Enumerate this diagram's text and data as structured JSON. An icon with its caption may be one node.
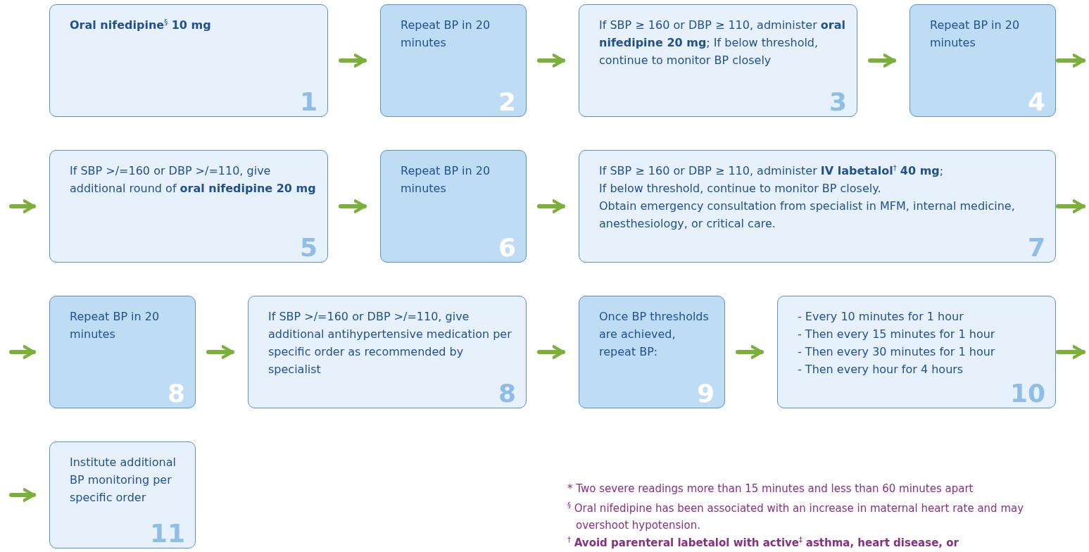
{
  "diagram": {
    "nodes": [
      {
        "text": [
          "Oral nifedipine$^{§}$ 10 mg",
          "1"
        ]
      },
      {
        "text": [
          "Repeat BP in 20 minutes",
          "2"
        ]
      },
      {
        "text": [
          "If SBP ≥ 160 or DBP ≥ 110, administer **oral nifedipine 20 mg**; If below threshold, continue to monitor BP closely",
          "3"
        ]
      },
      {
        "text": [
          "Repeat BP in 20 minutes",
          "4"
        ]
      },
      {
        "text": [
          "If SBP >/=160 or DBP >/=110, give additional round of **oral nifedipine 20 mg**",
          "5"
        ]
      },
      {
        "text": [
          "Repeat BP in 20 minutes",
          "6"
        ]
      },
      {
        "text": [
          "If SBP ≥ 160 or DBP ≥ 110, administer **IV labetalol**$^{†}$ **40 mg**;",
          "If below threshold, continue to monitor BP closely.",
          "Obtain emergency consultation from specialist in MFM, internal medicine, anesthesiology, or critical care.",
          "7"
        ]
      },
      {
        "text": [
          "Repeat BP in 20 minutes",
          "8"
        ]
      },
      {
        "text": [
          "If SBP >/=160 or DBP >/=110, give additional antihypertensive medication per specific order as recommended by specialist",
          "8"
        ]
      },
      {
        "text": [
          "Once BP thresholds are achieved, repeat BP:",
          "9"
        ]
      },
      {
        "text": [
          "- Every 10 minutes for 1 hour",
          "- Then every 15 minutes for 1 hour",
          "- Then every 30 minutes for 1 hour",
          "- Then every hour for 4 hours",
          "10"
        ]
      },
      {
        "text": [
          "Institute additional BP monitoring per specific order",
          "11"
        ]
      }
    ],
    "edges": [
      {
        "from": 0,
        "to": 1,
        "arrow": "to"
      },
      {
        "from": 1,
        "to": 2,
        "arrow": "to"
      },
      {
        "from": 2,
        "to": 3,
        "arrow": "to"
      },
      {
        "from": 3,
        "to": null,
        "arrow": "to"
      },
      {
        "from": null,
        "to": 4,
        "arrow": "to"
      },
      {
        "from": 4,
        "to": 5,
        "arrow": "to"
      },
      {
        "from": 5,
        "to": 6,
        "arrow": "to"
      },
      {
        "from": 6,
        "to": null,
        "arrow": "to"
      },
      {
        "from": null,
        "to": 7,
        "arrow": "to"
      },
      {
        "from": 7,
        "to": 8,
        "arrow": "to"
      },
      {
        "from": 8,
        "to": 9,
        "arrow": "to"
      },
      {
        "from": 9,
        "to": 10,
        "arrow": "to"
      },
      {
        "from": 10,
        "to": null,
        "arrow": "to"
      },
      {
        "from": null,
        "to": 11,
        "arrow": "to"
      }
    ],
    "labels": [
      "* Two severe readings more than 15 minutes and less than 60 minutes apart",
      "$^{§}$ Oral nifedipine has been associated with an increase in maternal heart rate and may overshoot hypotension.",
      "$^{†}$ **Avoid parenteral labetalol with active**$^{‡}$ **asthma, heart disease, or**"
    ]
  }
}
